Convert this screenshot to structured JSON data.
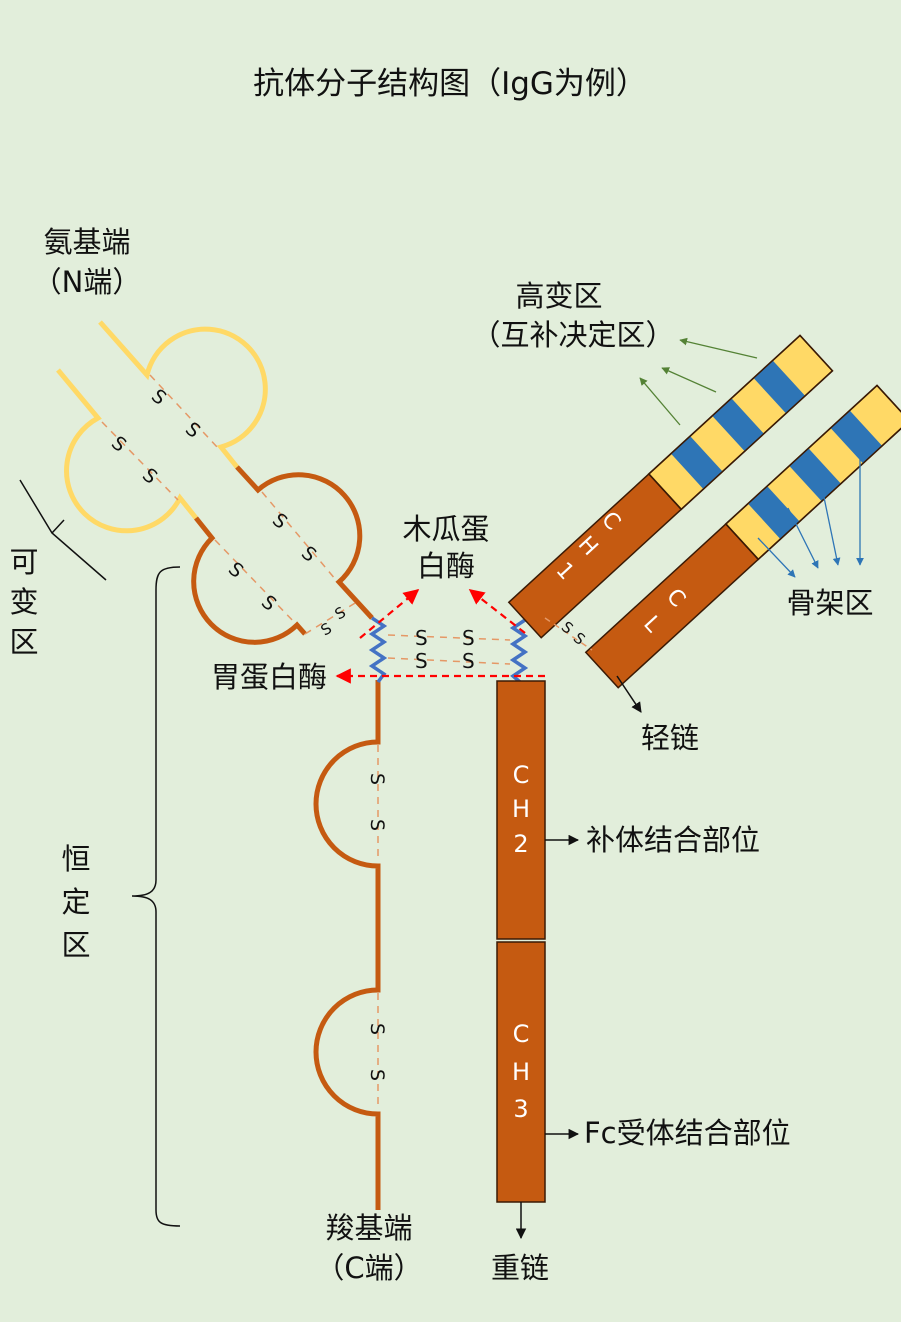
{
  "title": "抗体分子结构图（IgG为例）",
  "labels": {
    "n_term_1": "氨基端",
    "n_term_2": "（N端）",
    "c_term_1": "羧基端",
    "c_term_2": "（C端）",
    "variable_region": [
      "可",
      "变",
      "区"
    ],
    "constant_region": [
      "恒",
      "定",
      "区"
    ],
    "hypervariable_1": "高变区",
    "hypervariable_2": "（互补决定区）",
    "framework": "骨架区",
    "light_chain": "轻链",
    "heavy_chain": "重链",
    "papain_1": "木瓜蛋",
    "papain_2": "白酶",
    "pepsin": "胃蛋白酶",
    "complement_site": "补体结合部位",
    "fc_receptor_site": "Fc受体结合部位"
  },
  "segments": {
    "ch1": [
      "C",
      "H",
      "1"
    ],
    "cl": [
      "C",
      "L"
    ],
    "ch2": [
      "C",
      "H",
      "2"
    ],
    "ch3": [
      "C",
      "H",
      "3"
    ]
  },
  "disulfide": "S",
  "colors": {
    "background": "#e2eedb",
    "heavy_chain": "#c55a11",
    "variable_domain": "#ffd966",
    "hypervariable": "#2e75b6",
    "hinge": "#4472c4",
    "enzyme_arrow": "#ff0000"
  }
}
